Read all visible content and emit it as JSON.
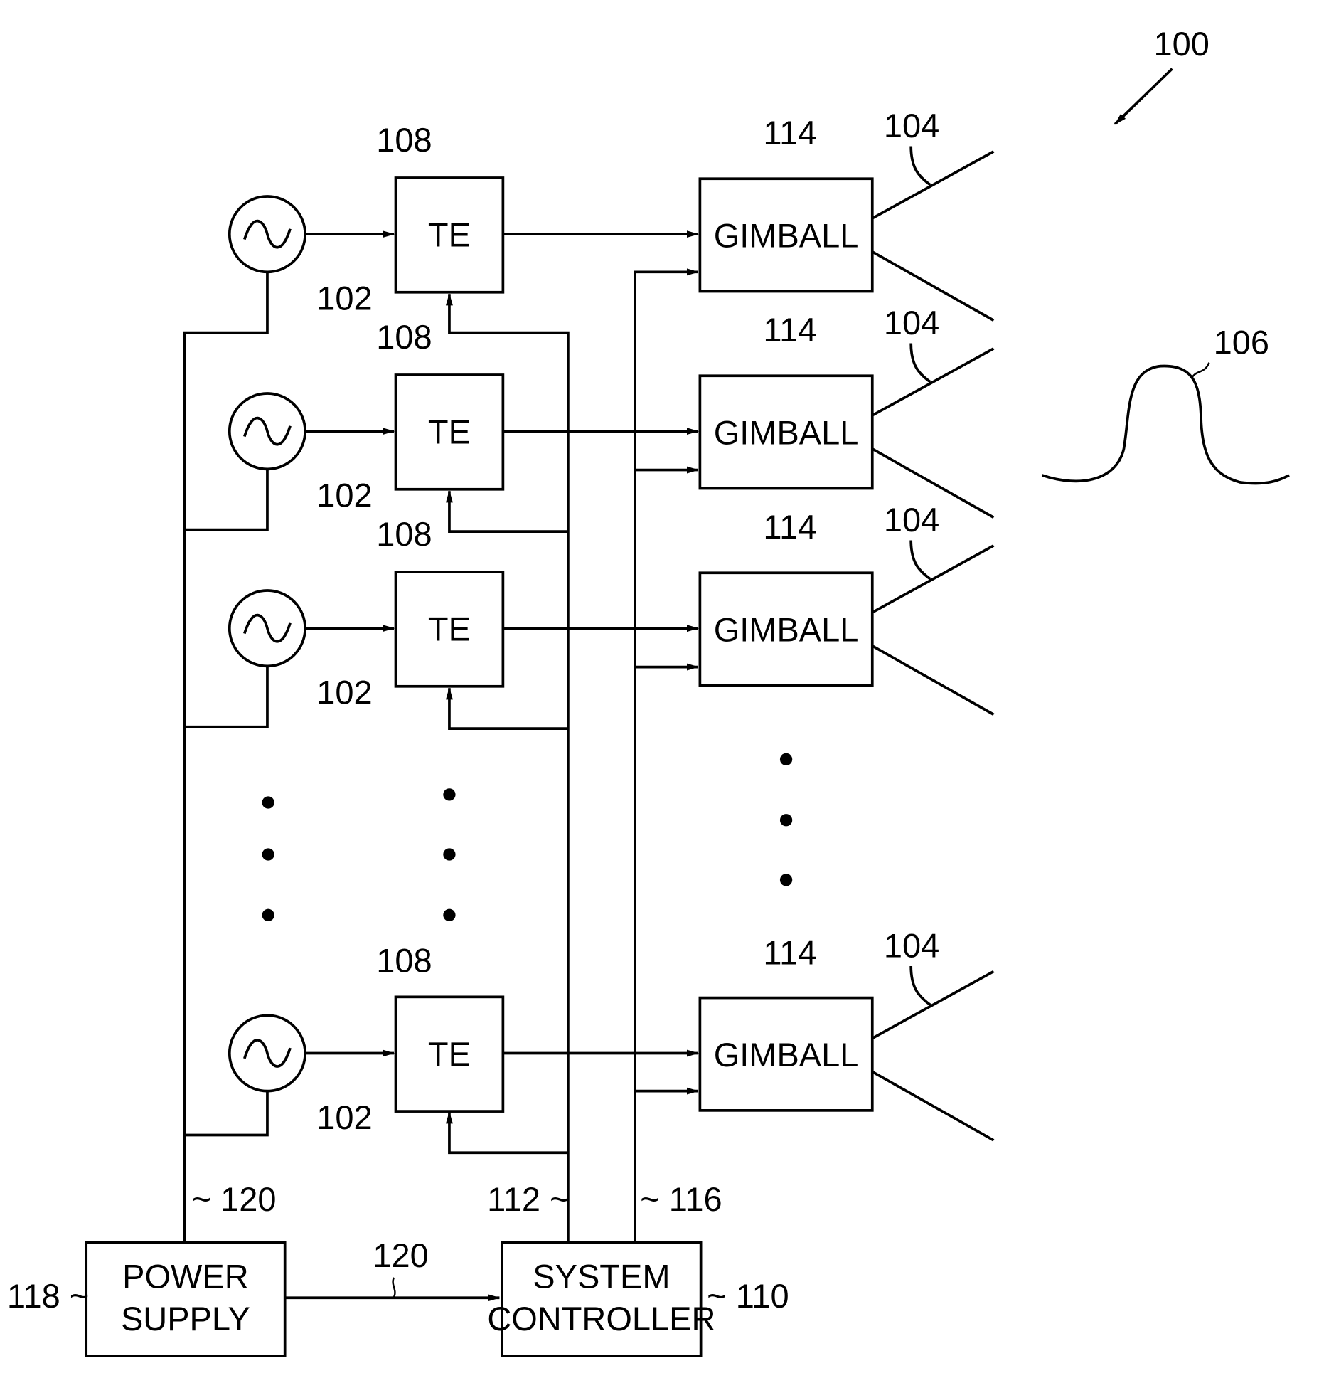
{
  "figure": {
    "ref_system": "100",
    "waveform_ref": "106",
    "channels": [
      {
        "source_ref": "102",
        "te_ref": "108",
        "te_label": "TE",
        "gimbal_ref": "114",
        "gimbal_label": "GIMBALL",
        "antenna_ref": "104"
      },
      {
        "source_ref": "102",
        "te_ref": "108",
        "te_label": "TE",
        "gimbal_ref": "114",
        "gimbal_label": "GIMBALL",
        "antenna_ref": "104"
      },
      {
        "source_ref": "102",
        "te_ref": "108",
        "te_label": "TE",
        "gimbal_ref": "114",
        "gimbal_label": "GIMBALL",
        "antenna_ref": "104"
      },
      {
        "source_ref": "102",
        "te_ref": "108",
        "te_label": "TE",
        "gimbal_ref": "114",
        "gimbal_label": "GIMBALL",
        "antenna_ref": "104"
      }
    ],
    "power_supply": {
      "line1": "POWER",
      "line2": "SUPPLY",
      "ref": "118"
    },
    "system_controller": {
      "line1": "SYSTEM",
      "line2": "CONTROLLER",
      "ref": "110"
    },
    "buses": {
      "power_bus_ref": "120",
      "power_link_ref": "120",
      "te_bus_ref": "112",
      "gimbal_bus_ref": "116"
    }
  }
}
